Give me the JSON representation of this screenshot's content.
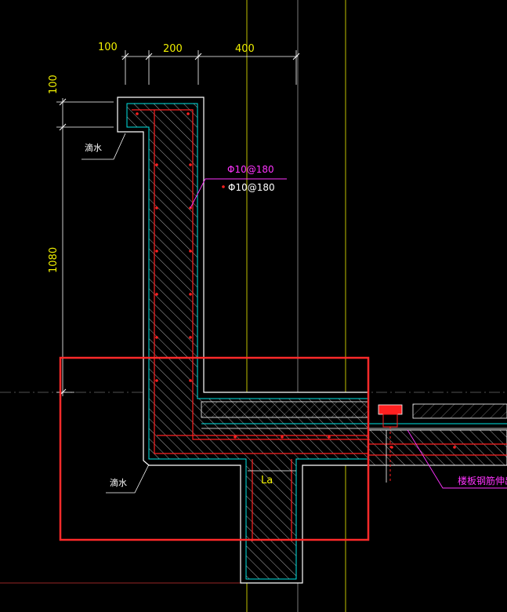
{
  "drawing": {
    "dimensions": {
      "top": [
        "100",
        "200",
        "400"
      ],
      "left_top": "100",
      "left_height": "1080"
    },
    "labels": {
      "drip_upper": "滴水",
      "drip_lower": "滴水",
      "rebar_1": "Φ10@180",
      "rebar_2": "Φ10@180",
      "anchor_length": "La",
      "floor_rebar_note": "楼板钢筋伸出"
    },
    "colors": {
      "background": "#000000",
      "concrete_outline": "#ffffff",
      "waterproof": "#00e5e5",
      "rebar": "#ff2020",
      "dimension": "#f0f000",
      "leader": "#ff33ff",
      "highlight_box": "#ff2a2a"
    }
  }
}
